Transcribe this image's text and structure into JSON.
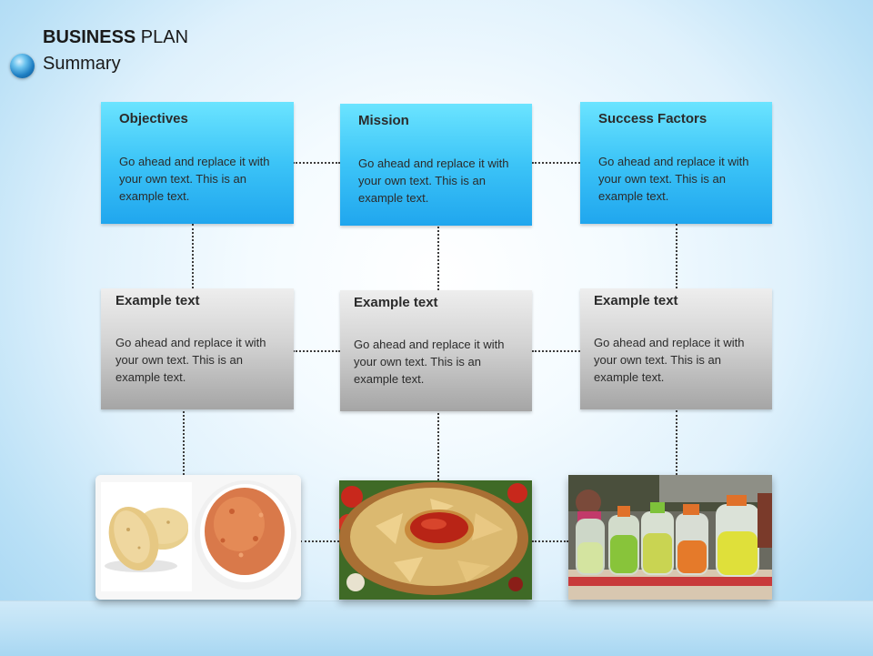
{
  "slide": {
    "title_bold": "BUSINESS",
    "title_rest": " PLAN",
    "subtitle": "Summary"
  },
  "cards": [
    {
      "heading": "Objectives",
      "text": "Go ahead and replace it with your own text. This is an example text."
    },
    {
      "heading": "Mission",
      "text": "Go ahead and replace it with your own text. This is an example text."
    },
    {
      "heading": "Success Factors",
      "text": "Go ahead and replace it with your own text. This is an example text."
    },
    {
      "heading": "Example text",
      "text": "Go ahead and replace it with your own text. This is an example text."
    },
    {
      "heading": "Example text",
      "text": "Go ahead and replace it with your own text. This is an example text."
    },
    {
      "heading": "Example text",
      "text": "Go ahead and replace it with your own text. This is an example text."
    }
  ],
  "colors": {
    "card_blue": "#3cc4f7",
    "card_gray": "#d3d3d3",
    "connector": "#3c3c3c"
  }
}
